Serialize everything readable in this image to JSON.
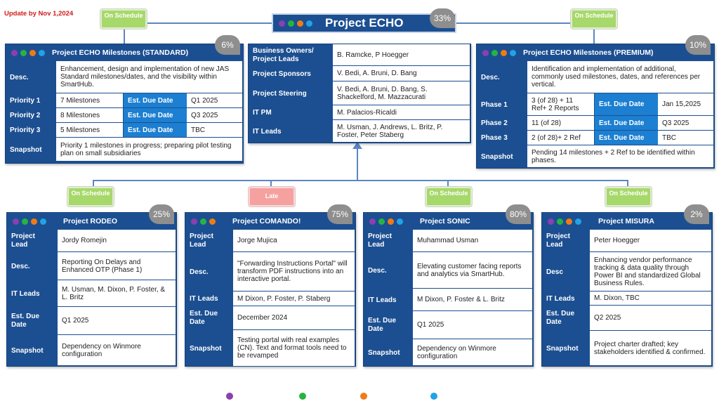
{
  "update_note": "Update by Nov 1,2024",
  "header": {
    "title": "Project ECHO",
    "percent": "33%"
  },
  "colors": {
    "panel_blue": "#1c4f91",
    "accent_blue": "#1c7fd1",
    "on_schedule": "#a7d86a",
    "late": "#f4a1a0",
    "pct_gray": "#8e8e8e"
  },
  "status": {
    "standard": "On Schedule",
    "premium": "On Schedule",
    "rodeo": "On Schedule",
    "comando": "Late",
    "sonic": "On Schedule",
    "misura": "On Schedule"
  },
  "center": {
    "rows": [
      {
        "label": "Business Owners/ Project Leads",
        "value": "B. Ramcke, P Hoegger"
      },
      {
        "label": "Project Sponsors",
        "value": "V. Bedi, A. Bruni, D. Bang"
      },
      {
        "label": "Project Steering",
        "value": "V. Bedi, A. Bruni, D. Bang, S. Shackelford, M. Mazzacurati"
      },
      {
        "label": "IT PM",
        "value": "M. Palacios-Ricaldi"
      },
      {
        "label": "IT Leads",
        "value": "M. Usman, J. Andrews, L. Britz, P. Foster, Peter Staberg"
      }
    ]
  },
  "standard": {
    "title": "Project ECHO Milestones (STANDARD)",
    "percent": "6%",
    "desc_label": "Desc.",
    "desc": "Enhancement, design and implementation of new JAS Standard milestones/dates, and the visibility within SmartHub.",
    "due_label": "Est. Due Date",
    "priorities": [
      {
        "label": "Priority 1",
        "value": "7 Milestones",
        "due": "Q1 2025"
      },
      {
        "label": "Priority 2",
        "value": "8 Milestones",
        "due": "Q3 2025"
      },
      {
        "label": "Priority 3",
        "value": "5 Milestones",
        "due": "TBC"
      }
    ],
    "snapshot_label": "Snapshot",
    "snapshot": "Priority 1 milestones in progress; preparing pilot testing plan on small subsidiaries"
  },
  "premium": {
    "title": "Project ECHO Milestones (PREMIUM)",
    "percent": "10%",
    "desc_label": "Desc.",
    "desc": "Identification and implementation of additional, commonly used milestones, dates, and references per vertical.",
    "due_label": "Est. Due Date",
    "phases": [
      {
        "label": "Phase 1",
        "value": "3 (of 28) + 11 Ref+ 2 Reports",
        "due": "Jan 15,2025"
      },
      {
        "label": "Phase 2",
        "value": "11 (of 28)",
        "due": "Q3 2025"
      },
      {
        "label": "Phase 3",
        "value": "2 (of 28)+ 2 Ref",
        "due": "TBC"
      }
    ],
    "snapshot_label": "Snapshot",
    "snapshot": "Pending 14 milestones + 2 Ref to be identified within phases."
  },
  "projects": [
    {
      "title": "Project RODEO",
      "percent": "25%",
      "rows": [
        {
          "label": "Project Lead",
          "value": "Jordy Romejin"
        },
        {
          "label": "Desc.",
          "value": "Reporting On Delays and Enhanced OTP (Phase 1)"
        },
        {
          "label": "IT Leads",
          "value": "M. Usman, M. Dixon, P. Foster, & L. Britz"
        },
        {
          "label": "Est. Due Date",
          "value": "Q1 2025"
        },
        {
          "label": "Snapshot",
          "value": "Dependency on Winmore configuration"
        }
      ]
    },
    {
      "title": "Project COMANDO!",
      "percent": "75%",
      "rows": [
        {
          "label": "Project Lead",
          "value": "Jorge Mujica"
        },
        {
          "label": "Desc.",
          "value": "\"Forwarding Instructions Portal\" will transform PDF instructions into an interactive portal."
        },
        {
          "label": "IT Leads",
          "value": "M Dixon, P. Foster, P. Staberg"
        },
        {
          "label": "Est. Due Date",
          "value": "December 2024"
        },
        {
          "label": "Snapshot",
          "value": "Testing portal with real examples (CN). Text and format tools need to be revamped"
        }
      ]
    },
    {
      "title": "Project SONIC",
      "percent": "80%",
      "rows": [
        {
          "label": "Project Lead",
          "value": "Muhammad Usman"
        },
        {
          "label": "Desc.",
          "value": "Elevating customer facing reports and analytics via SmartHub."
        },
        {
          "label": "IT Leads",
          "value": "M Dixon, P. Foster & L. Britz"
        },
        {
          "label": "Est. Due Date",
          "value": "Q1 2025"
        },
        {
          "label": "Snapshot",
          "value": "Dependency on Winmore configuration"
        }
      ]
    },
    {
      "title": "Project MISURA",
      "percent": "2%",
      "rows": [
        {
          "label": "Project Lead",
          "value": "Peter Hoegger"
        },
        {
          "label": "Desc",
          "value": "Enhancing vendor performance tracking & data quality through Power BI and standardized Global Business Rules."
        },
        {
          "label": "IT Leads",
          "value": "M. Dixon, TBC"
        },
        {
          "label": "Est. Due Date",
          "value": "Q2 2025"
        },
        {
          "label": "Snapshot",
          "value": "Project charter drafted; key stakeholders identified & confirmed."
        }
      ]
    }
  ]
}
